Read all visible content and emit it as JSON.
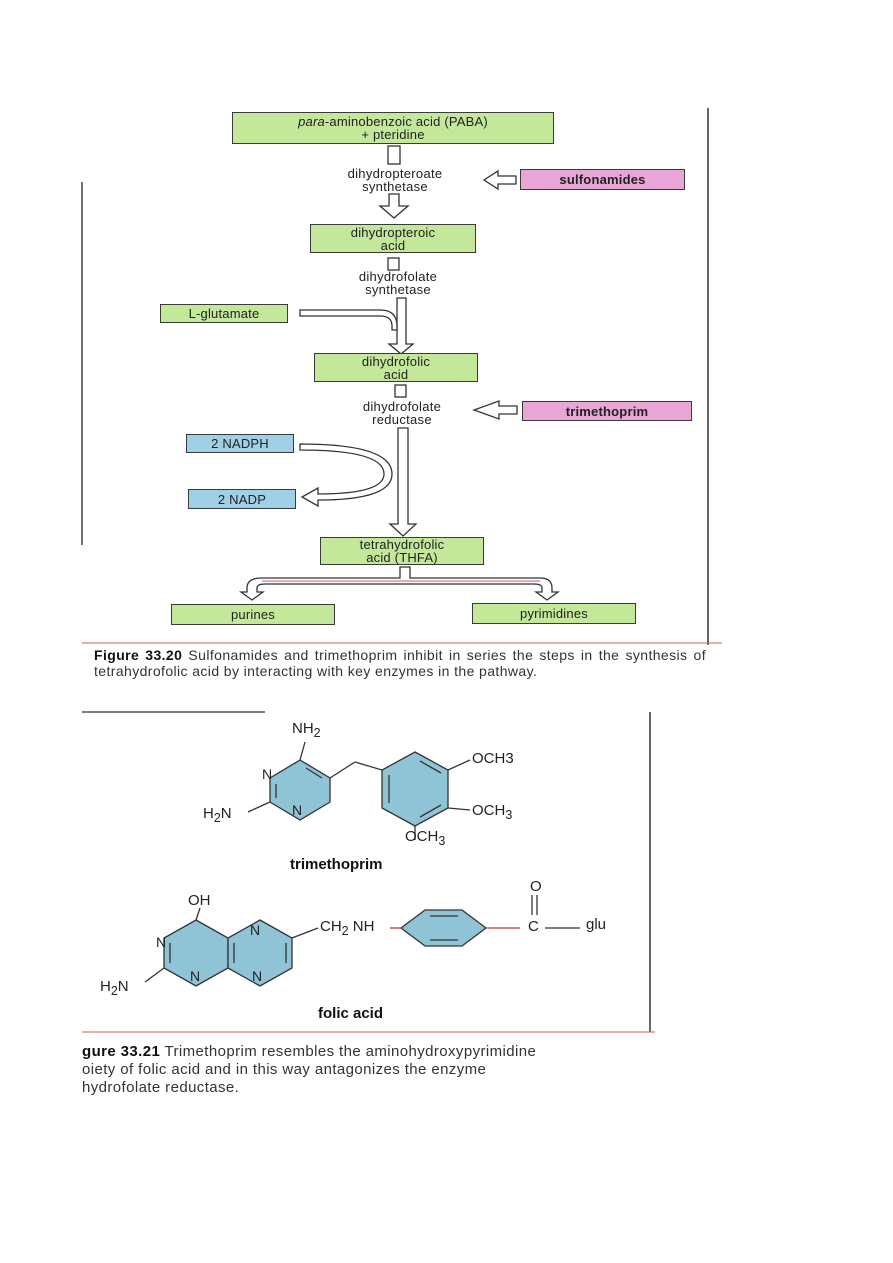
{
  "pathway": {
    "start": {
      "italic": "para",
      "rest": "-aminobenzoic acid (PABA)",
      "line2": "+ pteridine"
    },
    "enzyme1": [
      "dihydropteroate",
      "synthetase"
    ],
    "inhibitor1": "sulfonamides",
    "intermediate1": [
      "dihydropteroic",
      "acid"
    ],
    "enzyme2": [
      "dihydrofolate",
      "synthetase"
    ],
    "cosubstrate": "L-glutamate",
    "intermediate2": [
      "dihydrofolic",
      "acid"
    ],
    "enzyme3": [
      "dihydrofolate",
      "reductase"
    ],
    "inhibitor2": "trimethoprim",
    "cofactor_in": "2 NADPH",
    "cofactor_out": "2 NADP",
    "product": [
      "tetrahydrofolic",
      "acid (THFA)"
    ],
    "outputs": [
      "purines",
      "pyrimidines"
    ]
  },
  "figure1_caption": {
    "number": "Figure 33.20",
    "text": "Sulfonamides and trimethoprim inhibit in series the steps in the synthesis of tetrahydrofolic acid by interacting with key enzymes in the pathway."
  },
  "structures": {
    "trimethoprim": {
      "name": "trimethoprim",
      "amine_top": "NH",
      "amine_left": "H",
      "ring_n": "N",
      "methoxy": "OCH"
    },
    "folic_acid": {
      "name": "folic acid",
      "hydroxy": "OH",
      "amine": "H",
      "ring_n": "N",
      "linker": "CH",
      "nh": "NH",
      "carbonyl_o": "O",
      "carbonyl_c": "C",
      "tail": "glu"
    }
  },
  "figure2_caption": {
    "number": "gure 33.21",
    "line1": "Trimethoprim resembles the aminohydroxypyrimidine",
    "line2": "oiety of folic acid and in this way antagonizes the enzyme",
    "line3": "hydrofolate reductase."
  },
  "colors": {
    "green": "#c3e89a",
    "pink": "#e7a6d6",
    "blue": "#9fd0e6",
    "ring_fill": "#8fc3d6"
  }
}
